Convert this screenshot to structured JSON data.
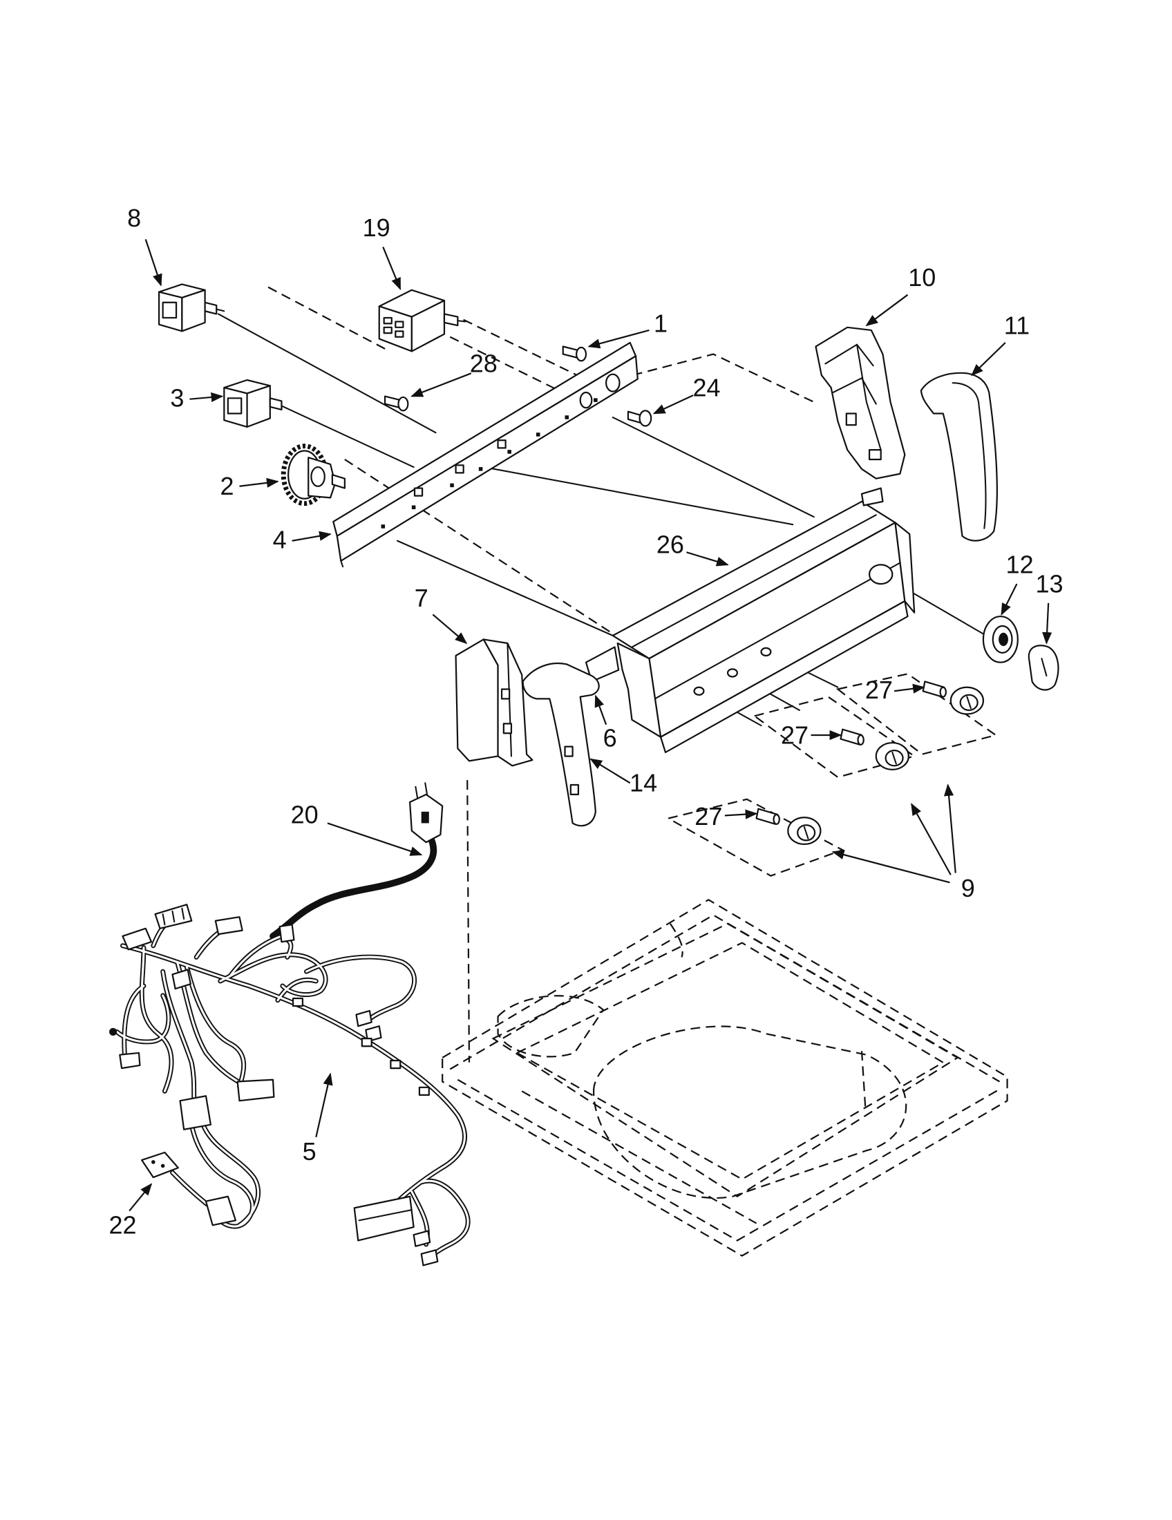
{
  "diagram": {
    "callouts": [
      "8",
      "19",
      "1",
      "10",
      "11",
      "3",
      "28",
      "24",
      "2",
      "4",
      "26",
      "12",
      "13",
      "7",
      "27",
      "6",
      "27",
      "14",
      "20",
      "27",
      "9",
      "5",
      "22"
    ]
  },
  "colors": {
    "line": "#111111",
    "background": "#ffffff"
  }
}
